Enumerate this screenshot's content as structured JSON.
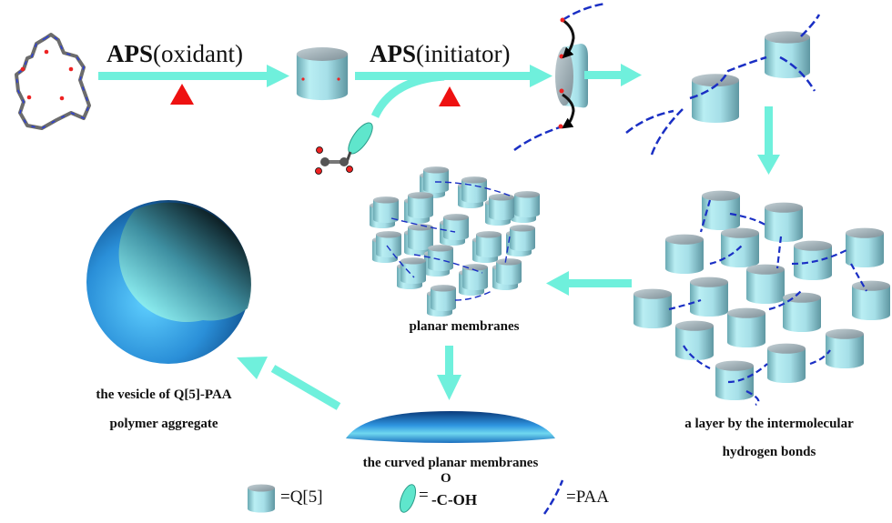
{
  "colors": {
    "arrow": "#6ff0dc",
    "heat": "#ee1111",
    "cylinder_side": "#a8dde6",
    "cylinder_top": "#8fa0a8",
    "paa": "#1a2fc4",
    "vesicle": "#2a8fd8",
    "cooh_ellipse": "#5fe6cc"
  },
  "steps": [
    {
      "bold": "APS",
      "rest": "(oxidant)"
    },
    {
      "bold": "APS",
      "rest": "(initiator)"
    }
  ],
  "captions": {
    "planar": "planar membranes",
    "layer_line1": "a layer by the intermolecular",
    "layer_line2": "hydrogen bonds",
    "curved": "the curved planar membranes",
    "vesicle_line1": "the vesicle of Q[5]-PAA",
    "vesicle_line2": "polymer aggregate"
  },
  "legend": {
    "q5": "=Q[5]",
    "cooh_eq": "=",
    "cooh_o": "O",
    "cooh_formula": "-C-OH",
    "paa": "=PAA"
  }
}
